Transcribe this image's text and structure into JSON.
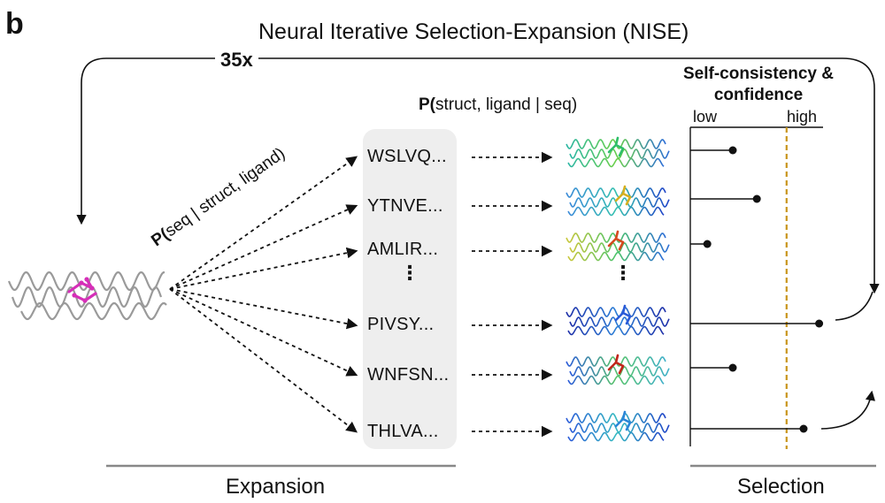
{
  "figure": {
    "panel_letter": "b",
    "title": "Neural Iterative Selection-Expansion (NISE)",
    "iterations": "35x"
  },
  "expansion": {
    "generation_label_prefix": "P(",
    "generation_label_rest": "seq | struct, ligand)",
    "folding_label_prefix": "P(",
    "folding_label_rest": "struct, ligand | seq)",
    "sequences": [
      "WSLVQ...",
      "YTNVE...",
      "AMLIR...",
      "PIVSY...",
      "WNFSN...",
      "THLVA..."
    ],
    "ellipsis": "⋮",
    "section_label": "Expansion"
  },
  "selection": {
    "title": "Self-consistency & confidence",
    "axis_low": "low",
    "axis_high": "high",
    "scores": [
      0.3,
      0.47,
      0.12,
      0.91,
      0.3,
      0.8
    ],
    "threshold": 0.68,
    "selected": [
      false,
      false,
      false,
      true,
      false,
      true
    ],
    "section_label": "Selection",
    "threshold_color": "#c9951c"
  },
  "structure_colors": {
    "seed_ribbon": "#9a9a9a",
    "seed_ligand": "#d62fb8",
    "ligands": [
      "#2fbf6a",
      "#d6b020",
      "#d64a1e",
      "#2a5bd8",
      "#c2261a",
      "#2a86d8"
    ]
  },
  "icons": {
    "seed": "protein-ligand-complex-icon",
    "predicted": "predicted-structure-icon"
  }
}
